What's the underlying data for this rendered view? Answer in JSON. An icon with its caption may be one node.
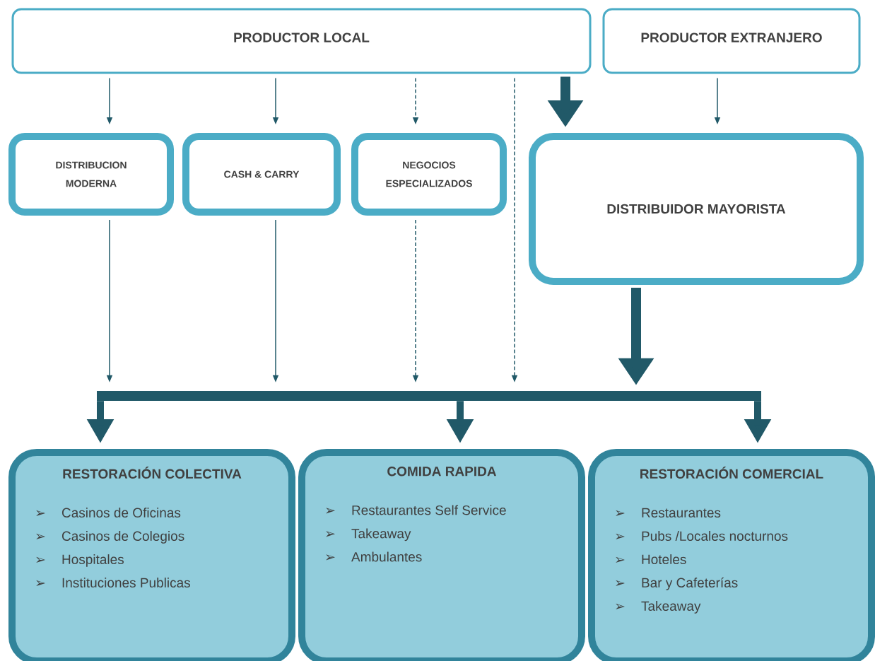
{
  "diagram": {
    "nodes": [
      {
        "text": [
          "PRODUCTOR LOCAL"
        ]
      },
      {
        "text": [
          "PRODUCTOR EXTRANJERO"
        ]
      },
      {
        "text": [
          "DISTRIBUCION MODERNA"
        ]
      },
      {
        "text": [
          "CASH & CARRY"
        ]
      },
      {
        "text": [
          "NEGOCIOS ESPECIALIZADOS"
        ]
      },
      {
        "text": [
          "DISTRIBUIDOR MAYORISTA"
        ]
      },
      {
        "text": [],
        "shape": "bar"
      },
      {
        "text": [
          "RESTORACIÓN COLECTIVA",
          "Casinos de Oficinas",
          "Casinos de Colegios",
          "Hospitales",
          "Instituciones Publicas"
        ]
      },
      {
        "text": [
          "COMIDA RAPIDA",
          "Restaurantes Self Service",
          "Takeaway",
          "Ambulantes"
        ]
      },
      {
        "text": [
          "RESTORACIÓN COMERCIAL",
          "Restaurantes",
          "Pubs /Locales nocturnos",
          "Hoteles",
          "Bar y Cafeterías",
          "Takeaway"
        ]
      }
    ],
    "edges": [
      {
        "from": 0,
        "to": 2,
        "arrow": "to"
      },
      {
        "from": 0,
        "to": 3,
        "arrow": "to"
      },
      {
        "from": 0,
        "to": 4,
        "arrow": "to",
        "style": "dashed"
      },
      {
        "from": 0,
        "to": 5,
        "arrow": "to",
        "style": "thick"
      },
      {
        "from": 1,
        "to": 5,
        "arrow": "to"
      },
      {
        "from": 2,
        "to": 6,
        "arrow": "to"
      },
      {
        "from": 3,
        "to": 6,
        "arrow": "to"
      },
      {
        "from": 4,
        "to": 6,
        "arrow": "to",
        "style": "dashed"
      },
      {
        "from": 0,
        "to": 6,
        "arrow": "to",
        "style": "dashed"
      },
      {
        "from": 5,
        "to": 6,
        "arrow": "to",
        "style": "thick"
      },
      {
        "from": 6,
        "to": 7,
        "arrow": "to",
        "style": "thick"
      },
      {
        "from": 6,
        "to": 8,
        "arrow": "to",
        "style": "thick"
      },
      {
        "from": 6,
        "to": 9,
        "arrow": "to",
        "style": "thick"
      }
    ],
    "labels": [
      "➢",
      "➢",
      "➢",
      "➢",
      "➢",
      "➢",
      "➢",
      "➢",
      "➢",
      "➢",
      "➢",
      "➢"
    ]
  }
}
